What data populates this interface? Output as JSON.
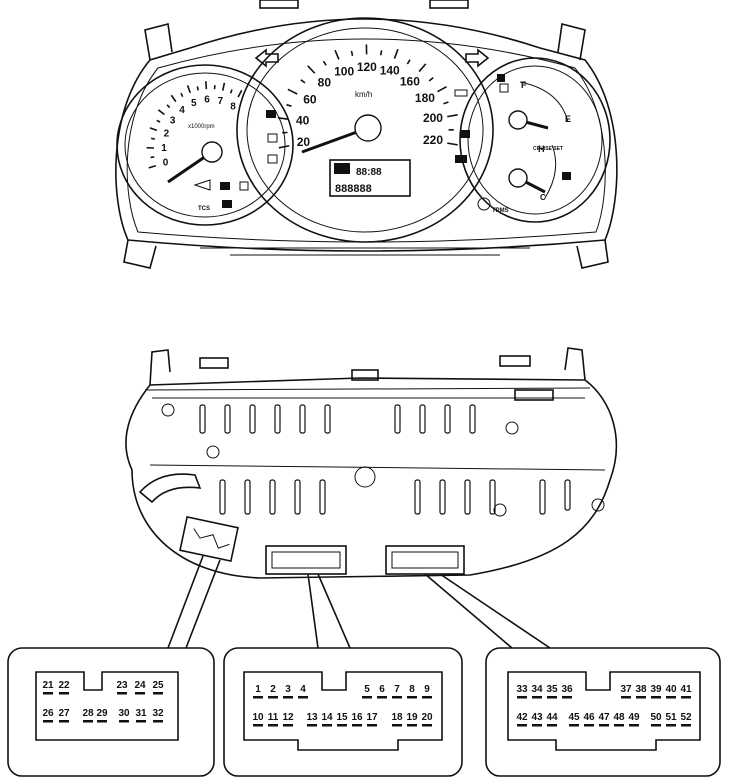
{
  "speedometer": {
    "unit": "km/h",
    "marks": [
      "20",
      "40",
      "60",
      "80",
      "100",
      "120",
      "140",
      "160",
      "180",
      "200",
      "220"
    ]
  },
  "tachometer": {
    "unit": "x1000rpm",
    "marks": [
      "0",
      "1",
      "2",
      "3",
      "4",
      "5",
      "6",
      "7",
      "8"
    ]
  },
  "fuel_gauge": {
    "full": "F",
    "empty": "E"
  },
  "temp_gauge": {
    "hot": "H",
    "cold": "C"
  },
  "indicators": {
    "tcs": "TCS",
    "tpms": "TPMS",
    "cruise": "CRUISE SET",
    "odometer": "888888",
    "clock": "88:88"
  },
  "connectors": [
    {
      "pins_top": [
        "21",
        "22",
        "23",
        "24",
        "25"
      ],
      "pins_bottom": [
        "26",
        "27",
        "28",
        "29",
        "30",
        "31",
        "32"
      ]
    },
    {
      "pins_top": [
        "1",
        "2",
        "3",
        "4",
        "5",
        "6",
        "7",
        "8",
        "9"
      ],
      "pins_bottom": [
        "10",
        "11",
        "12",
        "13",
        "14",
        "15",
        "16",
        "17",
        "18",
        "19",
        "20"
      ]
    },
    {
      "pins_top": [
        "33",
        "34",
        "35",
        "36",
        "37",
        "38",
        "39",
        "40",
        "41"
      ],
      "pins_bottom": [
        "42",
        "43",
        "44",
        "45",
        "46",
        "47",
        "48",
        "49",
        "50",
        "51",
        "52"
      ]
    }
  ]
}
